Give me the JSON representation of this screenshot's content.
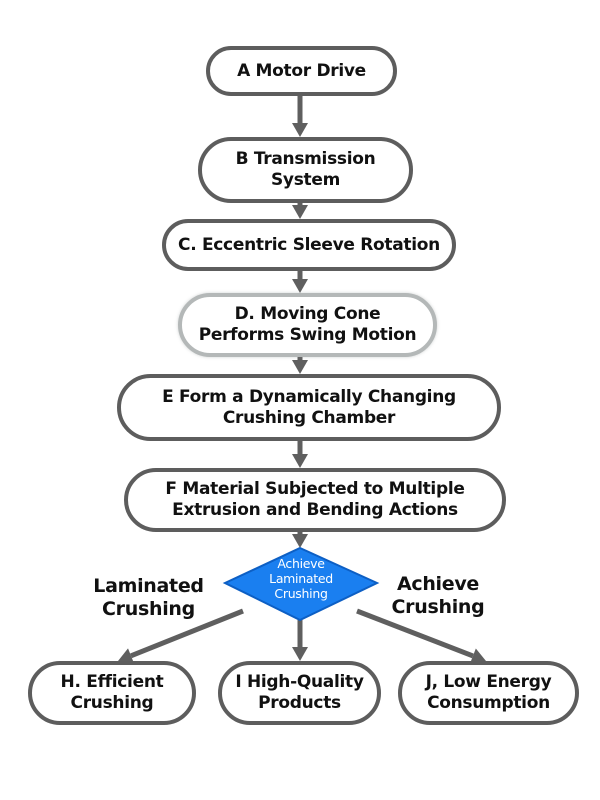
{
  "diagram": {
    "type": "flowchart",
    "colors": {
      "node_border": "#5d5d5d",
      "node_border_highlight": "#b4b8b8",
      "arrow": "#5f5f5f",
      "decision_fill": "#1a7ff0",
      "decision_border": "#0d5fc4",
      "decision_text": "#ffffff",
      "text": "#111111"
    },
    "nodes": {
      "A": {
        "label": "A Motor Drive"
      },
      "B": {
        "label": "B Transmission\nSystem"
      },
      "C": {
        "label": "C. Eccentric Sleeve Rotation"
      },
      "D": {
        "label": "D. Moving Cone\nPerforms Swing Motion"
      },
      "E": {
        "label": "E Form a Dynamically Changing\nCrushing Chamber"
      },
      "F": {
        "label": "F Material Subjected to Multiple\nExtrusion and Bending Actions"
      },
      "G": {
        "label": "Achieve\nLaminated\nCrushing",
        "shape": "diamond"
      },
      "H": {
        "label": "H. Efficient\nCrushing"
      },
      "I": {
        "label": "I High-Quality\nProducts"
      },
      "J": {
        "label": "J, Low Energy\nConsumption"
      }
    },
    "edge_labels": {
      "left": "Laminated\nCrushing",
      "right": "Achieve\nCrushing"
    },
    "edges": [
      {
        "from": "A",
        "to": "B"
      },
      {
        "from": "B",
        "to": "C"
      },
      {
        "from": "C",
        "to": "D"
      },
      {
        "from": "D",
        "to": "E"
      },
      {
        "from": "E",
        "to": "F"
      },
      {
        "from": "F",
        "to": "G"
      },
      {
        "from": "G",
        "to": "H",
        "label": "Laminated Crushing"
      },
      {
        "from": "G",
        "to": "I"
      },
      {
        "from": "G",
        "to": "J",
        "label": "Achieve Crushing"
      }
    ]
  }
}
